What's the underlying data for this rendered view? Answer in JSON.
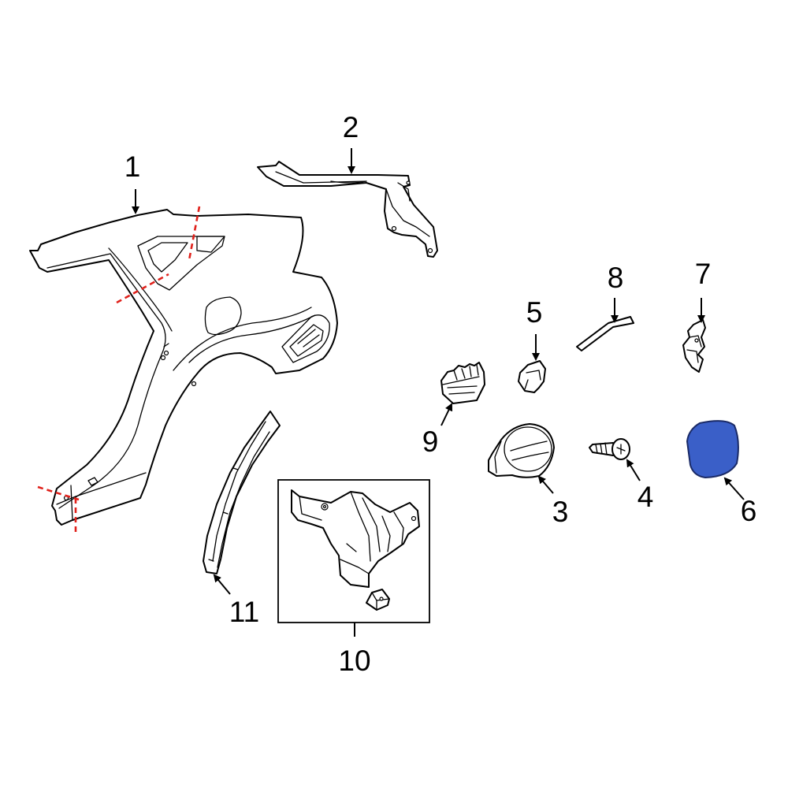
{
  "callouts": [
    {
      "id": "1",
      "label": "1"
    },
    {
      "id": "2",
      "label": "2"
    },
    {
      "id": "3",
      "label": "3"
    },
    {
      "id": "4",
      "label": "4"
    },
    {
      "id": "5",
      "label": "5"
    },
    {
      "id": "6",
      "label": "6"
    },
    {
      "id": "7",
      "label": "7"
    },
    {
      "id": "8",
      "label": "8"
    },
    {
      "id": "9",
      "label": "9"
    },
    {
      "id": "10",
      "label": "10"
    },
    {
      "id": "11",
      "label": "11"
    }
  ],
  "colors": {
    "highlight": "#3a5fc8",
    "highlight_stroke": "#1a2a66",
    "cut_line": "#e0211b",
    "line": "#000000",
    "background": "#ffffff"
  },
  "highlighted_part": "6"
}
